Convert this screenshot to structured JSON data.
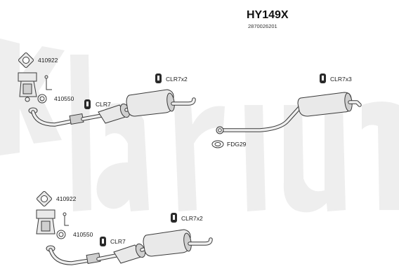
{
  "header": {
    "title": "HY149X",
    "subtitle": "2870026201"
  },
  "watermark": {
    "text": "Klarius",
    "color": "#eeeeee"
  },
  "colors": {
    "line": "#3a3a3a",
    "part_fill": "#e9e9e9",
    "clamp_fill": "#2a2a2a"
  },
  "labels": {
    "top_gasket": "410922",
    "top_gasket_ring": "410550",
    "top_clamp_front": "CLR7",
    "top_clamp_mid": "CLR7x2",
    "rear_clamp": "CLR7x3",
    "rear_ring": "FDG29",
    "bottom_gasket": "410922",
    "bottom_gasket_ring": "410550",
    "bottom_clamp_front": "CLR7",
    "bottom_clamp_mid": "CLR7x2"
  },
  "icons": {
    "clamp": "u-bolt-clamp-icon",
    "gasket": "flange-gasket-icon",
    "ring": "sealing-ring-icon",
    "rubber": "rubber-mount-icon"
  }
}
